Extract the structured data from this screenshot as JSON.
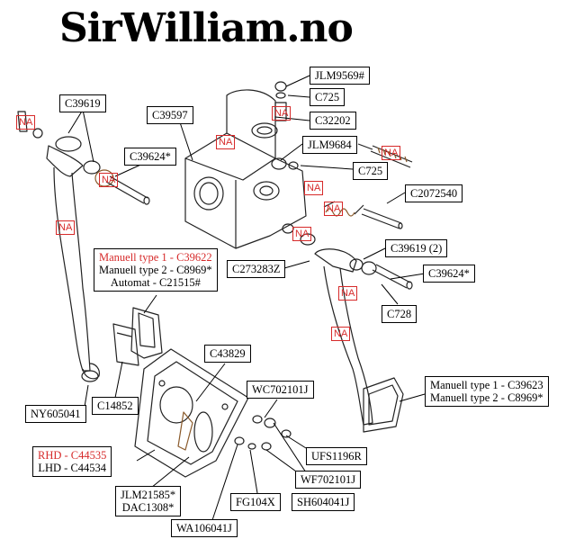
{
  "title": "SirWilliam.no",
  "na_label": "NA",
  "labels": {
    "jlm9569": "JLM9569#",
    "c725_top": "C725",
    "c32202": "C32202",
    "c39619_left": "C39619",
    "c39597": "C39597",
    "jlm9684": "JLM9684",
    "c725_mid": "C725",
    "c39624_left": "C39624*",
    "c2072540": "C2072540",
    "c39619_right": "C39619 (2)",
    "c273283z": "C273283Z",
    "c39624_right": "C39624*",
    "c728": "C728",
    "pedal_pad_top": {
      "line1": "Manuell type 1 - C39622",
      "line2": "Manuell type 2 - C8969*",
      "line3": "Automat - C21515#"
    },
    "c43829": "C43829",
    "wc702101j": "WC702101J",
    "pedal_pad_right": {
      "line1": "Manuell type 1 - C39623",
      "line2": "Manuell type 2 - C8969*"
    },
    "ny605041": "NY605041",
    "c14852": "C14852",
    "ufs1196r": "UFS1196R",
    "housing_plate": {
      "line1": "RHD - C44535",
      "line2": "LHD - C44534"
    },
    "wf702101j": "WF702101J",
    "jlm21585": {
      "line1": "JLM21585*",
      "line2": "DAC1308*"
    },
    "fg104x": "FG104X",
    "sh604041j": "SH604041J",
    "wa106041j": "WA106041J"
  }
}
